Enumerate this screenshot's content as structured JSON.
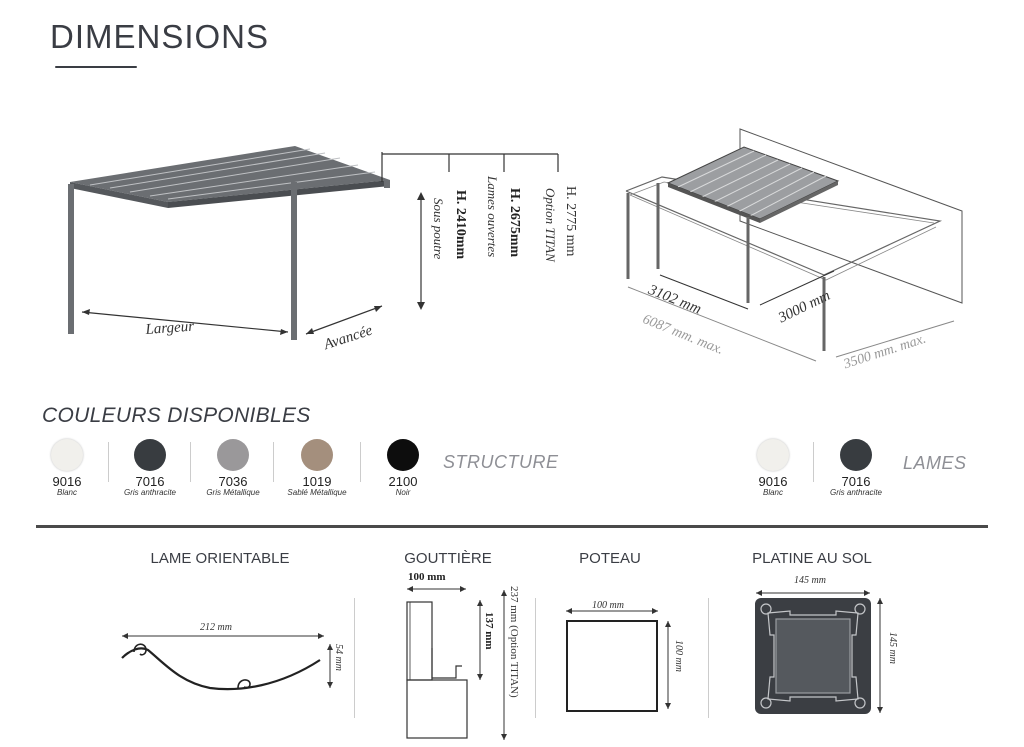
{
  "header": {
    "title": "DIMENSIONS"
  },
  "pergola": {
    "largeur": "Largeur",
    "avancee": "Avancée",
    "heights": [
      {
        "value": "H. 2410mm",
        "note": "Sous poutre"
      },
      {
        "value": "H. 2675mm",
        "note": "Lames ouvertes"
      },
      {
        "value": "H. 2775 mm",
        "note": "Option TITAN"
      }
    ]
  },
  "plan": {
    "width_label": "3102 mm",
    "total_label": "6087 mm. max.",
    "depth_label": "3000 mm",
    "depth_max_label": "3500 mm. max."
  },
  "colors": {
    "title": "COULEURS DISPONIBLES",
    "structure_label": "STRUCTURE",
    "lames_label": "LAMES",
    "structure": [
      {
        "code": "9016",
        "name": "Blanc",
        "hex": "#f1f0ec"
      },
      {
        "code": "7016",
        "name": "Gris anthracite",
        "hex": "#383c40"
      },
      {
        "code": "7036",
        "name": "Gris Métallique",
        "hex": "#9a989a"
      },
      {
        "code": "1019",
        "name": "Sablé Métallique",
        "hex": "#a48f7d"
      },
      {
        "code": "2100",
        "name": "Noir",
        "hex": "#0d0d0d"
      }
    ],
    "lames": [
      {
        "code": "9016",
        "name": "Blanc",
        "hex": "#f1f0ec"
      },
      {
        "code": "7016",
        "name": "Gris anthracite",
        "hex": "#383c40"
      }
    ]
  },
  "profiles": {
    "lame": {
      "title": "LAME ORIENTABLE",
      "width": "212 mm",
      "height": "54 mm"
    },
    "gouttiere": {
      "title": "GOUTTIÈRE",
      "width": "100 mm",
      "height": "137 mm",
      "titan": "237 mm (Option TITAN)"
    },
    "poteau": {
      "title": "POTEAU",
      "width": "100 mm",
      "height": "100 mm"
    },
    "platine": {
      "title": "PLATINE AU SOL",
      "width": "145 mm",
      "height": "145 mm"
    }
  }
}
